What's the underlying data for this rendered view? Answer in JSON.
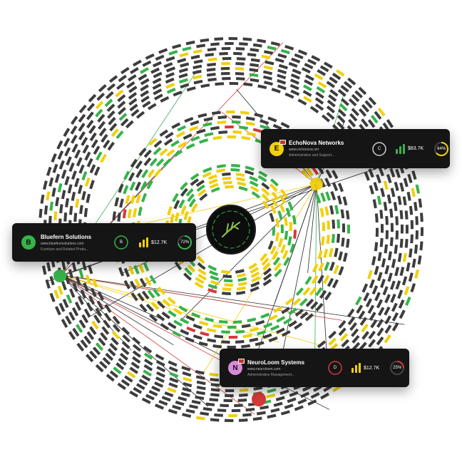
{
  "center_logo": {
    "icon": "leaf-brand-icon",
    "accent": "#8BC34A"
  },
  "colors": {
    "gray": "#3d3d3d",
    "green": "#36b34a",
    "yellow": "#f2cf0b",
    "red": "#d63a3a",
    "card_bg": "#151515"
  },
  "cards": [
    {
      "name": "EchoNova Networks",
      "url": "www.echonova.net",
      "description": "Administrative and Support...",
      "initial": "E",
      "avatar_color": "#f2cf0b",
      "grade": "C",
      "revenue": "$83.7K",
      "score": "64%",
      "score_value": 0.64,
      "score_color": "#f2cf0b",
      "grade_color": "#cfcfcf",
      "bar_color": "#36b34a"
    },
    {
      "name": "Bluefern Solutions",
      "url": "www.bluefernsolutions.com",
      "description": "Furniture and Related Produ...",
      "initial": "B",
      "avatar_color": "#36b34a",
      "grade": "B",
      "revenue": "$12.7K",
      "score": "72%",
      "score_value": 0.72,
      "score_color": "#36b34a",
      "grade_color": "#36b34a",
      "bar_color": "#f2cf0b"
    },
    {
      "name": "NeuroLoom Systems",
      "url": "www.neuroloom.com",
      "description": "Administrative Management...",
      "initial": "N",
      "avatar_color": "#d98ad9",
      "grade": "D",
      "revenue": "$12.7K",
      "score": "25%",
      "score_value": 0.25,
      "score_color": "#d63a3a",
      "grade_color": "#d63a3a",
      "bar_color": "#f2cf0b"
    }
  ]
}
